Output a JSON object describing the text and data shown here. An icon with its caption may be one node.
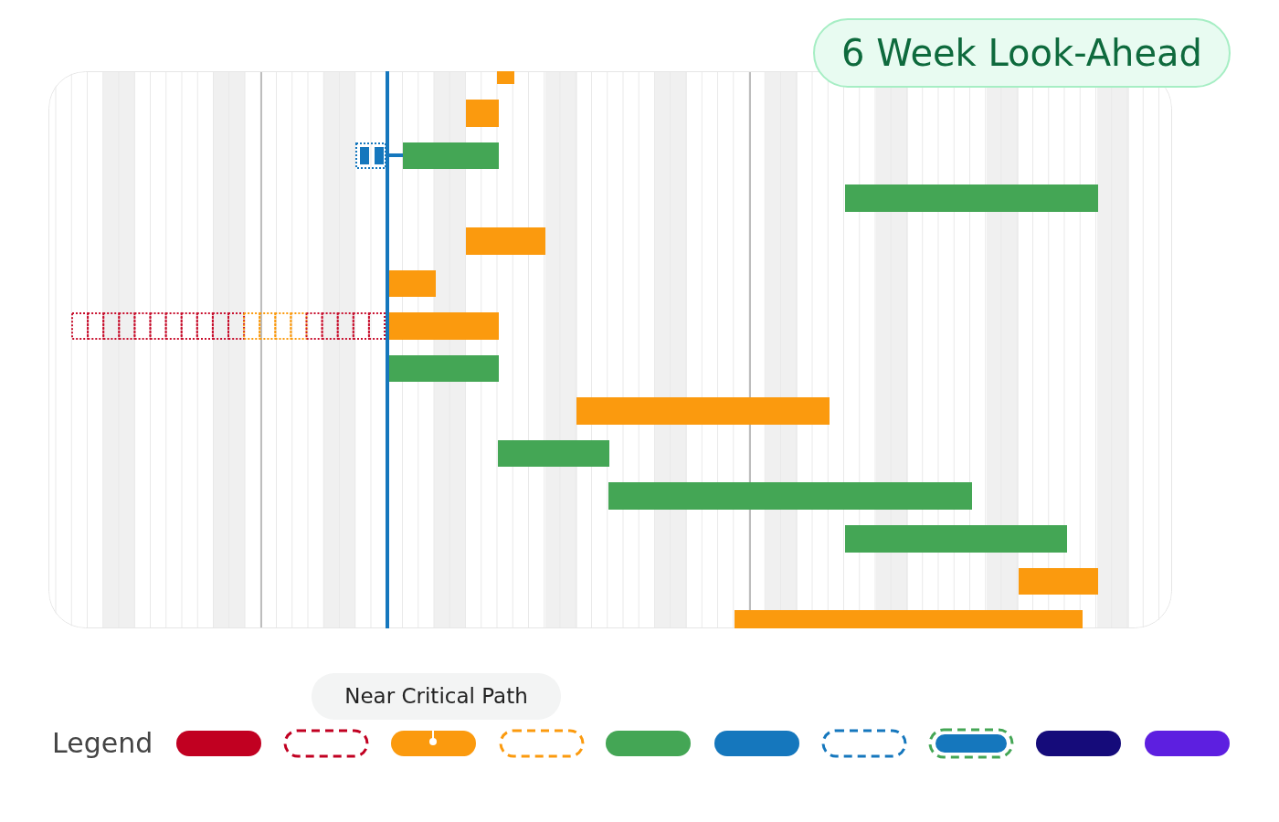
{
  "diagram": {
    "title": "6 Week Look-Ahead",
    "labels": [
      "Legend"
    ],
    "legend": [
      {
        "text": "Near Critical Path",
        "color": "#fb9a0e"
      }
    ]
  }
}
